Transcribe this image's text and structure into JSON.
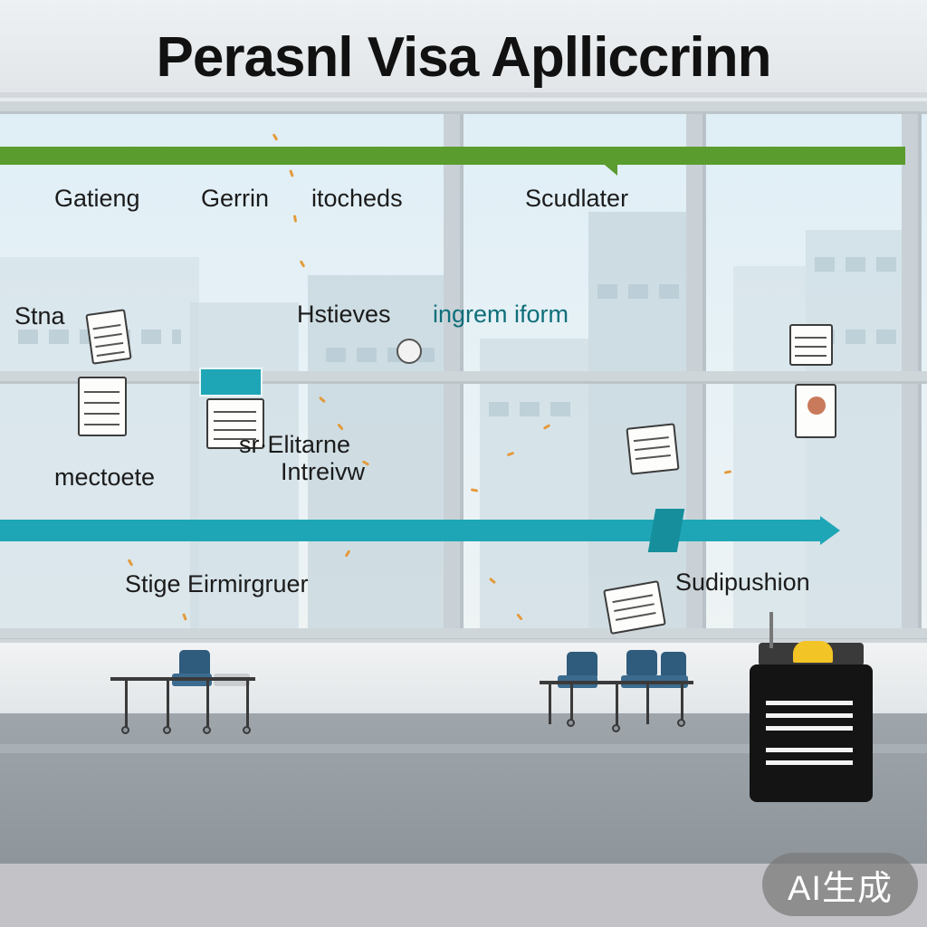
{
  "title": "Perasnl Visa Aplliccrinn",
  "labels": {
    "gatheng": "Gatieng",
    "gerrin": "Gerrin",
    "itocheds": "itocheds",
    "scudlater": "Scudlater",
    "stna": "Stna",
    "hstieves": "Hstieves",
    "ingrem_form": "ingrem iform",
    "stem_elitarne": "sr·Elitarne",
    "intreivw": "Intreivw",
    "mectoete": "mectoete",
    "stige": "Stige Eirmirgruer",
    "sudipushion": "Sudipushion"
  },
  "badge": "AI生成",
  "colors": {
    "green_bar": "#5a9c2e",
    "teal_bar": "#1ea6b6",
    "path": "#e49a3a"
  }
}
